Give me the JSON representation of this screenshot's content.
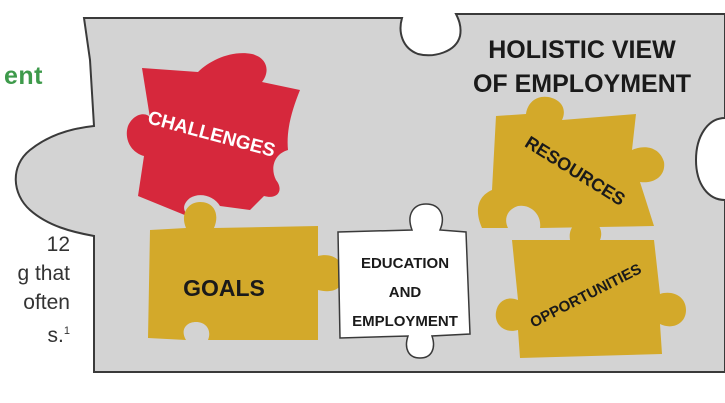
{
  "side_text": {
    "heading": "ent",
    "lines": [
      "12",
      "g that",
      "often",
      "s."
    ],
    "footnote": "1"
  },
  "diagram": {
    "title_line1": "HOLISTIC VIEW",
    "title_line2": "OF EMPLOYMENT",
    "pieces": {
      "challenges": "CHALLENGES",
      "goals": "GOALS",
      "education_line1": "EDUCATION",
      "education_line2": "AND",
      "education_line3": "EMPLOYMENT",
      "resources": "RESOURCES",
      "opportunities": "OPPORTUNITIES"
    },
    "colors": {
      "board": "#d3d3d3",
      "board_outline": "#3a3a3a",
      "challenges": "#d6283c",
      "gold": "#d3a92a",
      "education": "#ffffff",
      "heading_green": "#3e9a4b"
    }
  }
}
